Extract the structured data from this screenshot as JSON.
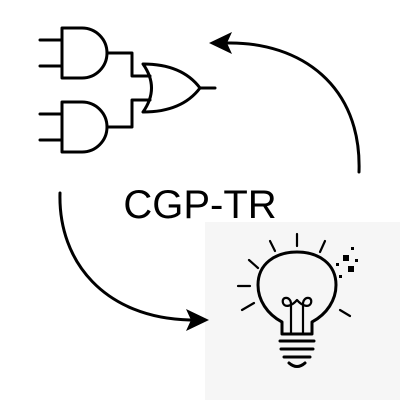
{
  "diagram": {
    "center_label": "CGP-TR",
    "nodes": [
      {
        "id": "logic-circuit",
        "kind": "logic gates (two AND gates feeding an OR gate)",
        "icon": "logic-circuit-icon"
      },
      {
        "id": "idea",
        "kind": "light bulb",
        "icon": "lightbulb-icon"
      }
    ],
    "edges": [
      {
        "from": "logic-circuit",
        "to": "idea",
        "style": "curved-arrow"
      },
      {
        "from": "idea",
        "to": "logic-circuit",
        "style": "curved-arrow"
      }
    ],
    "colors": {
      "stroke": "#000000",
      "background": "#ffffff",
      "panel": "#f6f6f6"
    }
  }
}
